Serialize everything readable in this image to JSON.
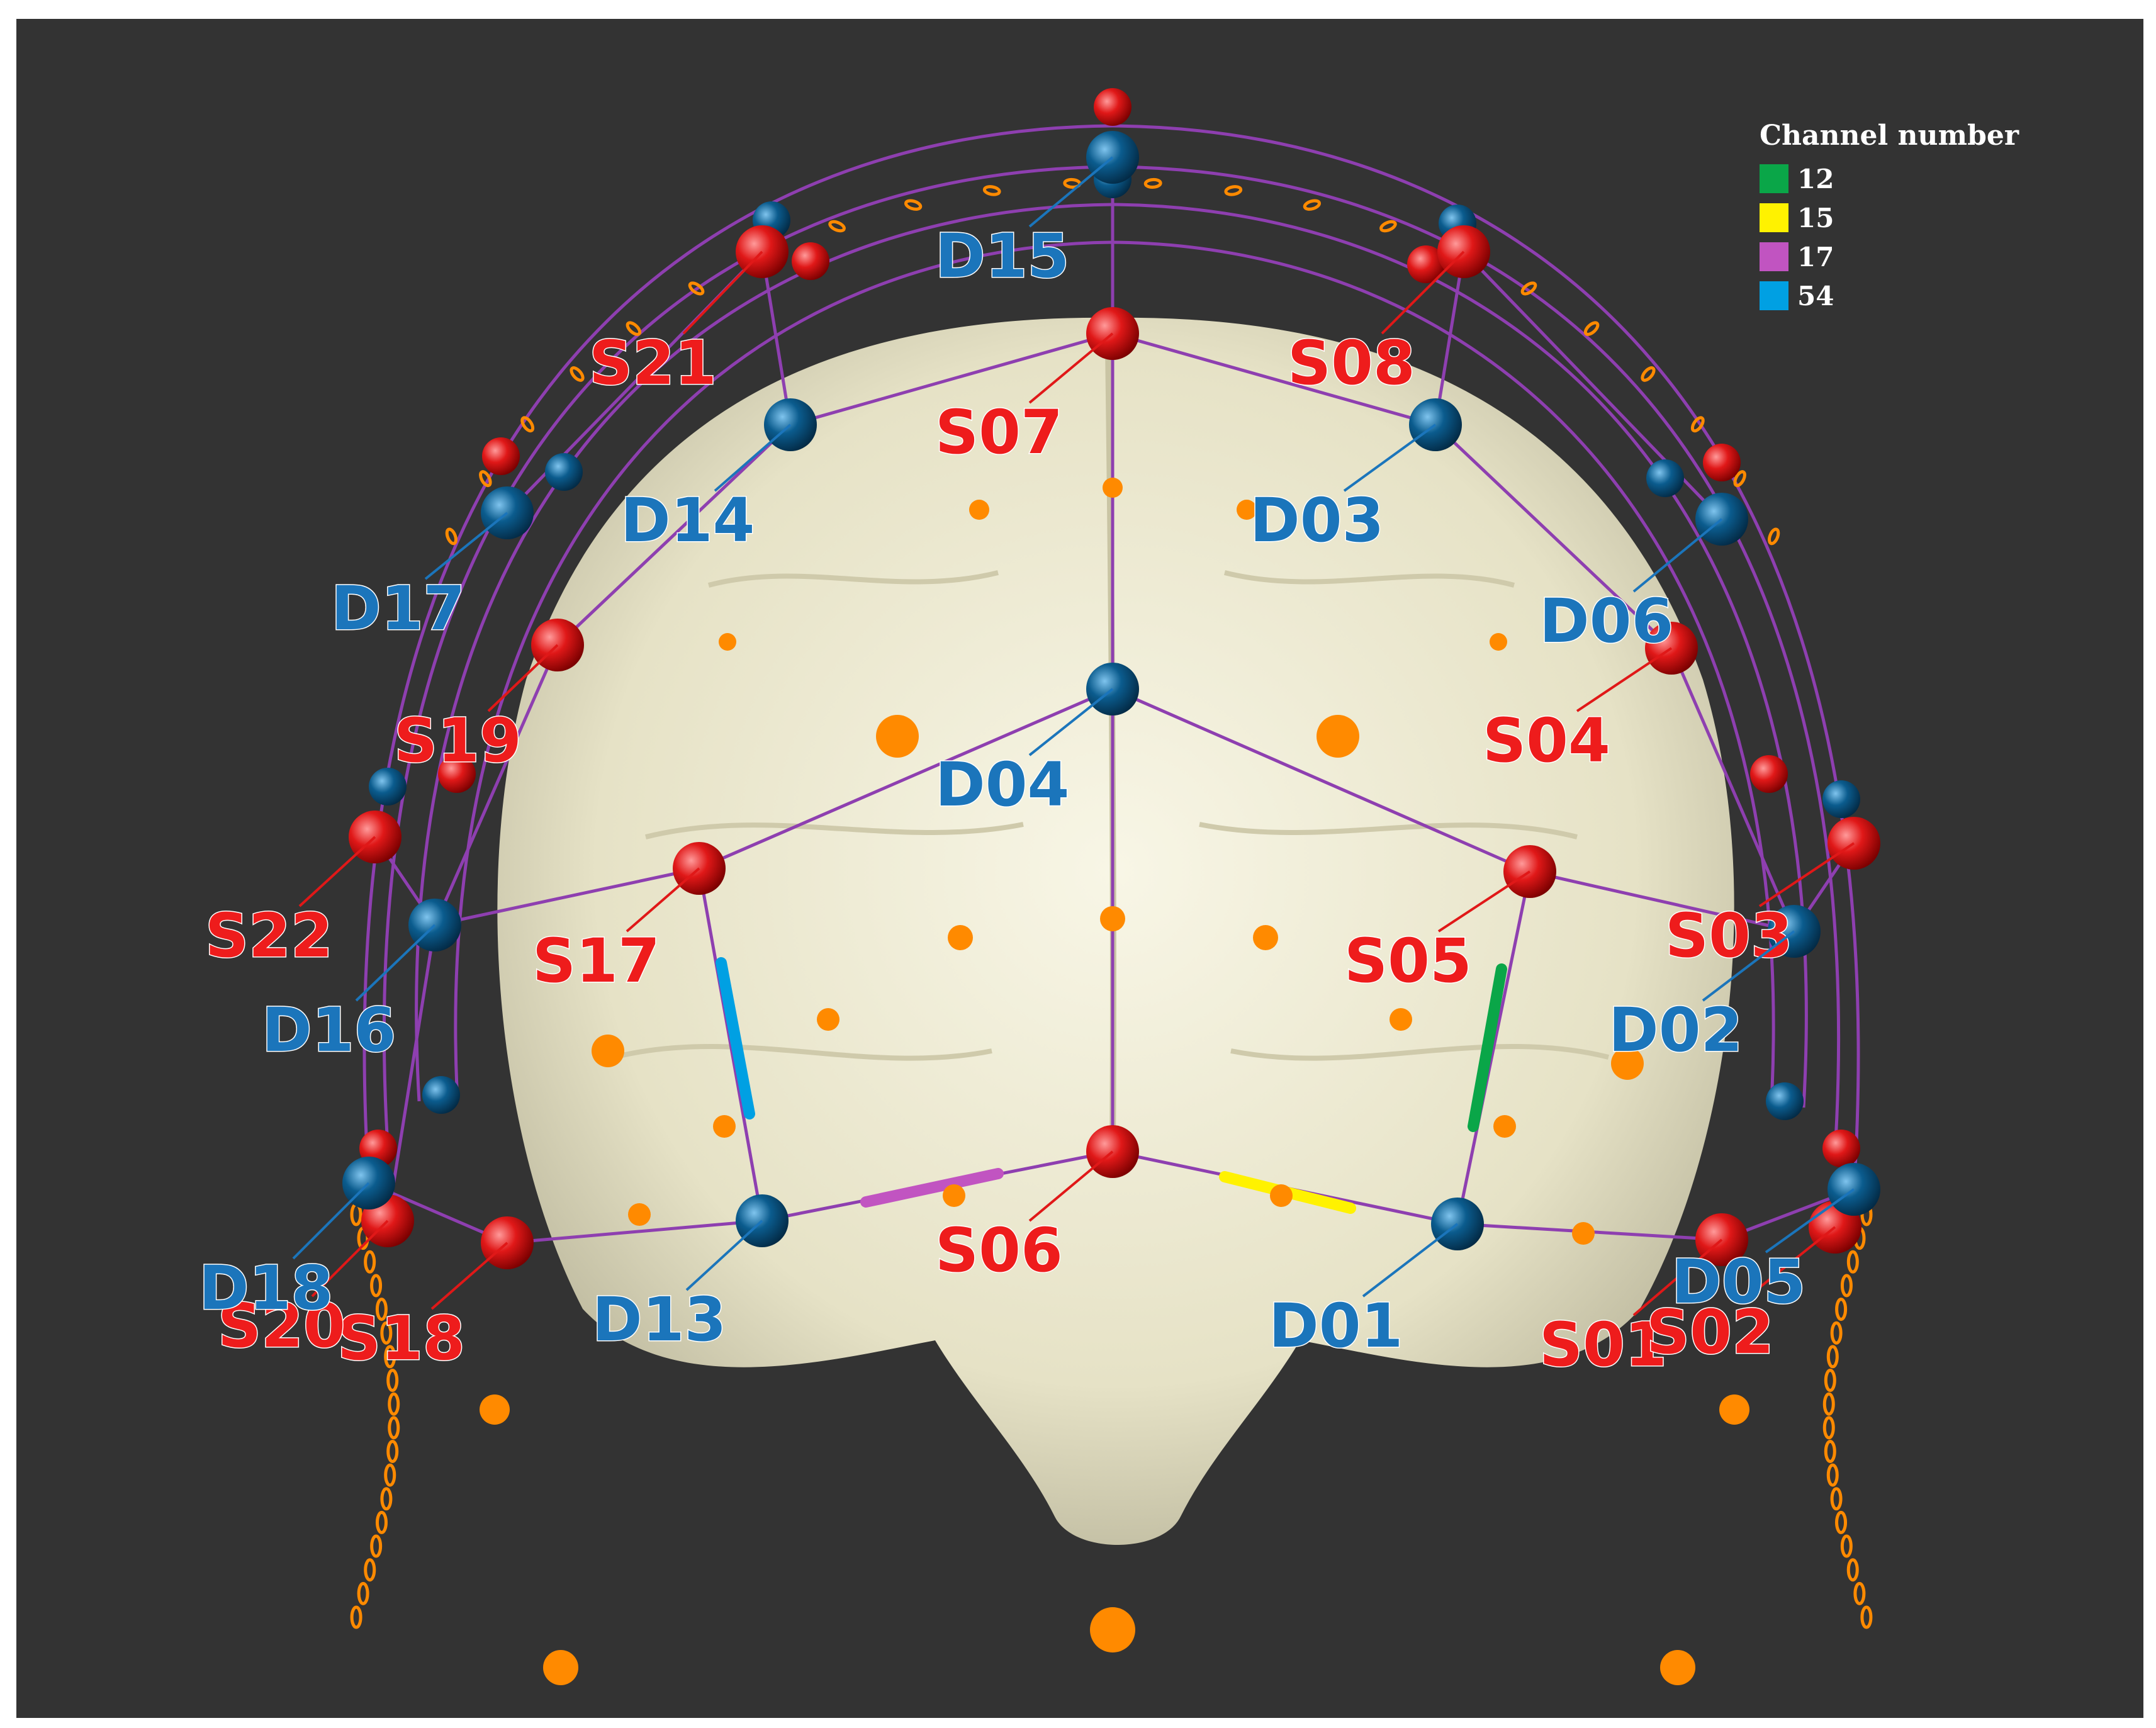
{
  "legend": {
    "title": "Channel number",
    "items": [
      {
        "label": "12",
        "color": "#0aa648"
      },
      {
        "label": "15",
        "color": "#fff200"
      },
      {
        "label": "17",
        "color": "#c154c1"
      },
      {
        "label": "54",
        "color": "#00a0e3"
      }
    ]
  },
  "colors": {
    "background": "#333333",
    "brain": "#e9e6cf",
    "source": "#e01818",
    "detector": "#0b5c8e",
    "connection": "#8e3fb0",
    "marker": "#ff8a00"
  },
  "sources": [
    "S01",
    "S02",
    "S03",
    "S04",
    "S05",
    "S06",
    "S07",
    "S08",
    "S17",
    "S18",
    "S19",
    "S20",
    "S21",
    "S22"
  ],
  "detectors": [
    "D01",
    "D02",
    "D03",
    "D04",
    "D05",
    "D06",
    "D13",
    "D14",
    "D15",
    "D16",
    "D17",
    "D18"
  ],
  "channels_highlighted": [
    {
      "channel": "12",
      "from": "S05",
      "to": "D01"
    },
    {
      "channel": "15",
      "from": "S06",
      "to": "D01"
    },
    {
      "channel": "17",
      "from": "S06",
      "to": "D13"
    },
    {
      "channel": "54",
      "from": "S17",
      "to": "D13"
    }
  ]
}
